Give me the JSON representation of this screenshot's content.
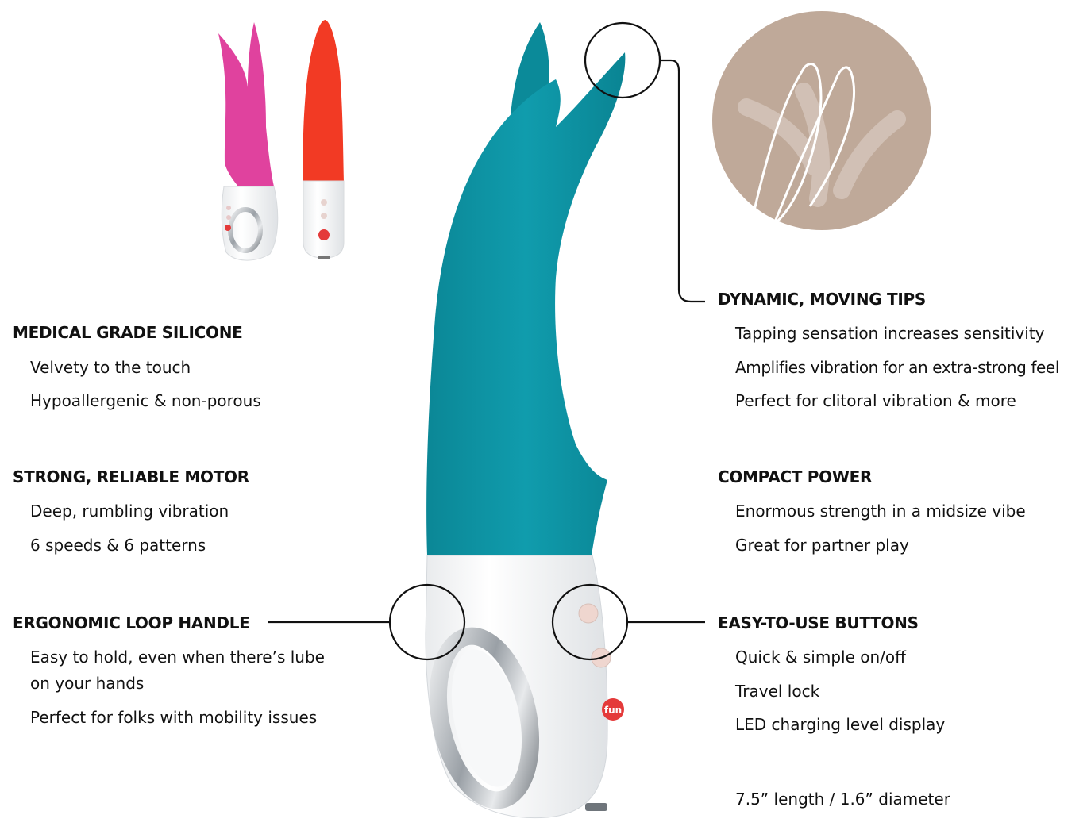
{
  "sections": {
    "silicone": {
      "heading": "MEDICAL GRADE SILICONE",
      "items": [
        "Velvety to the touch",
        "Hypoallergenic & non-porous"
      ]
    },
    "motor": {
      "heading": "STRONG, RELIABLE MOTOR",
      "items": [
        "Deep, rumbling vibration",
        "6 speeds & 6 patterns"
      ]
    },
    "handle": {
      "heading": "ERGONOMIC LOOP HANDLE",
      "items": [
        "Easy to hold, even when there’s lube on your hands",
        "Perfect for folks with mobility issues"
      ]
    },
    "tips": {
      "heading": "DYNAMIC, MOVING TIPS",
      "items": [
        "Tapping sensation increases sensitivity",
        "Amplifies vibration for an extra-strong feel",
        "Perfect for clitoral vibration & more"
      ]
    },
    "power": {
      "heading": "COMPACT POWER",
      "items": [
        "Enormous strength in a midsize vibe",
        "Great for partner play"
      ]
    },
    "buttons": {
      "heading": "EASY-TO-USE BUTTONS",
      "items": [
        "Quick & simple on/off",
        "Travel lock",
        "LED charging level display"
      ]
    }
  },
  "dimensions": "7.5” length / 1.6” diameter",
  "colors": {
    "teal": "#0e97a8",
    "pink": "#e0429e",
    "red": "#f23a24",
    "beige": "#bfa999",
    "chrome": "#b9bdc1"
  }
}
